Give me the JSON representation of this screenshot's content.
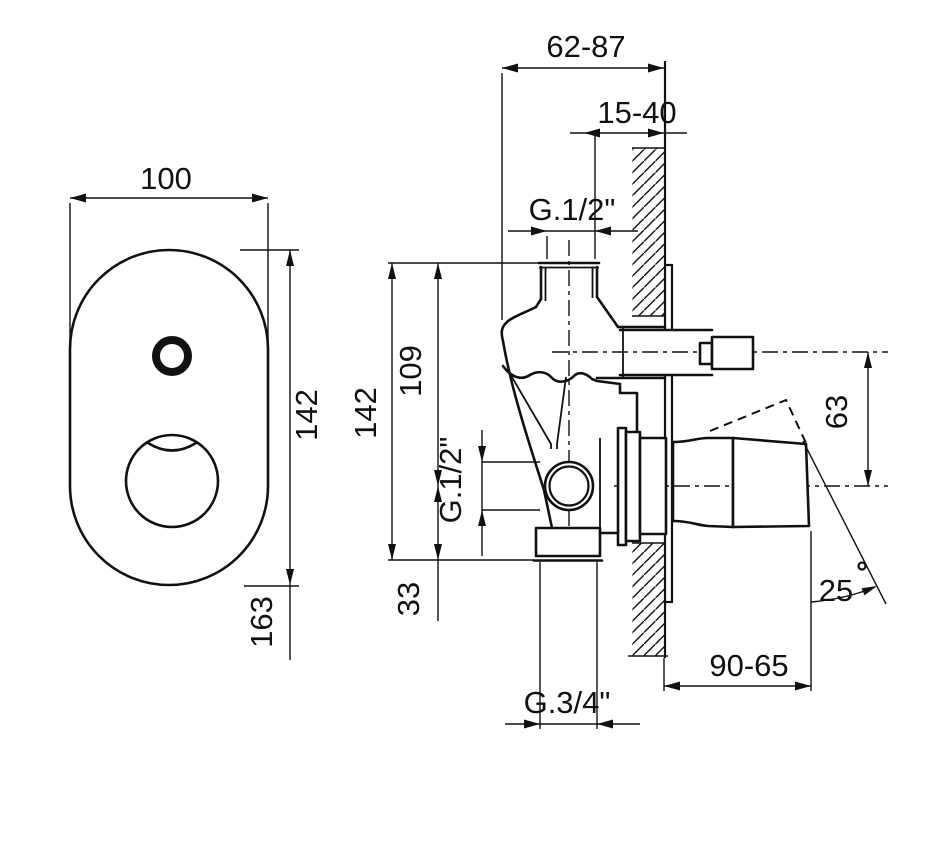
{
  "drawing": {
    "background": "#ffffff",
    "line_color": "#111111",
    "front_view": {
      "width": "100",
      "height": "142",
      "total_height": "163"
    },
    "side_view": {
      "recess_depth_range": "62-87",
      "plate_adjust_range": "15-40",
      "top_outlet_thread": "G.1/2\"",
      "body_height": "142",
      "top_to_outlet": "109",
      "side_outlet_thread": "G.1/2\"",
      "outlet_to_bottom": "33",
      "bottom_outlet_thread": "G.3/4\"",
      "handle_axis_offset": "63",
      "handle_angle": "25",
      "handle_projection_range": "90-65"
    }
  }
}
